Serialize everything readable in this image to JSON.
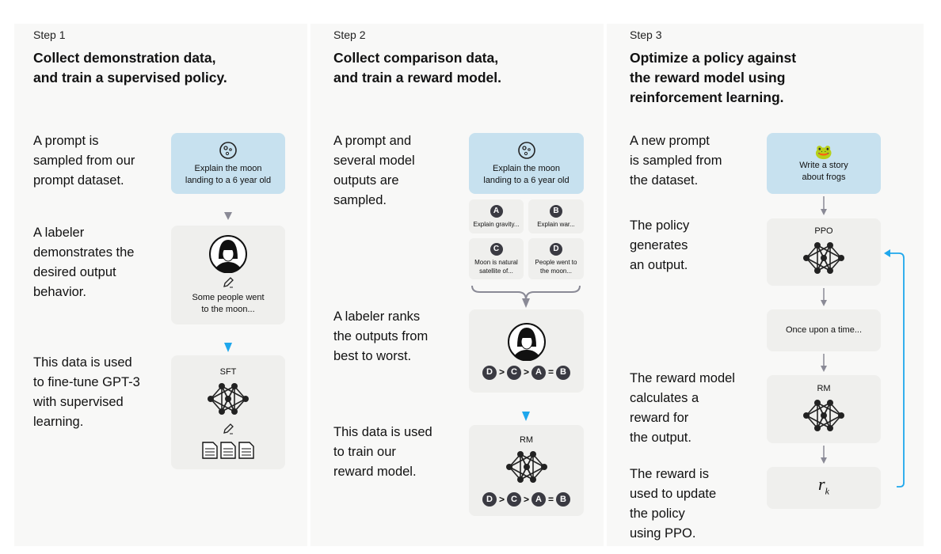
{
  "steps": [
    {
      "label": "Step 1",
      "title": [
        "Collect demonstration data,",
        "and train a supervised policy."
      ],
      "texts": [
        [
          "A prompt is",
          "sampled from our",
          "prompt dataset."
        ],
        [
          "A labeler",
          "demonstrates the",
          "desired output",
          "behavior."
        ],
        [
          "This data is used",
          "to fine-tune GPT-3",
          "with supervised",
          "learning."
        ]
      ],
      "prompt": [
        "Explain the moon",
        "landing to a 6 year old"
      ],
      "demo": [
        "Some people went",
        "to the moon..."
      ],
      "model": "SFT"
    },
    {
      "label": "Step 2",
      "title": [
        "Collect comparison data,",
        "and train a reward model."
      ],
      "texts": [
        [
          "A prompt and",
          "several model",
          "outputs are",
          "sampled."
        ],
        [
          "A labeler ranks",
          "the outputs from",
          "best to worst."
        ],
        [
          "This data is used",
          "to train our",
          "reward model."
        ]
      ],
      "prompt": [
        "Explain the moon",
        "landing to a 6 year old"
      ],
      "outputs": [
        {
          "letter": "A",
          "text": [
            "Explain gravity..."
          ]
        },
        {
          "letter": "B",
          "text": [
            "Explain war..."
          ]
        },
        {
          "letter": "C",
          "text": [
            "Moon is natural",
            "satellite of..."
          ]
        },
        {
          "letter": "D",
          "text": [
            "People went to",
            "the moon..."
          ]
        }
      ],
      "ranking": [
        "D",
        ">",
        "C",
        ">",
        "A",
        "=",
        "B"
      ],
      "model": "RM"
    },
    {
      "label": "Step 3",
      "title": [
        "Optimize a policy against",
        "the reward model using",
        "reinforcement learning."
      ],
      "texts": [
        [
          "A new prompt",
          "is sampled from",
          "the dataset."
        ],
        [
          "The policy",
          "generates",
          "an output."
        ],
        [
          "The reward model",
          "calculates a",
          "reward for",
          "the output."
        ],
        [
          "The reward is",
          "used to update",
          "the policy",
          "using PPO."
        ]
      ],
      "prompt": [
        "Write a story",
        "about frogs"
      ],
      "policy": "PPO",
      "output": "Once upon a time...",
      "reward_model": "RM",
      "reward": "r",
      "reward_sub": "k"
    }
  ],
  "colors": {
    "prompt_box": "#c7e1ef",
    "box": "#efefed",
    "arrow_gray": "#8a8a96",
    "arrow_blue": "#1fa7ec",
    "node": "#222"
  }
}
